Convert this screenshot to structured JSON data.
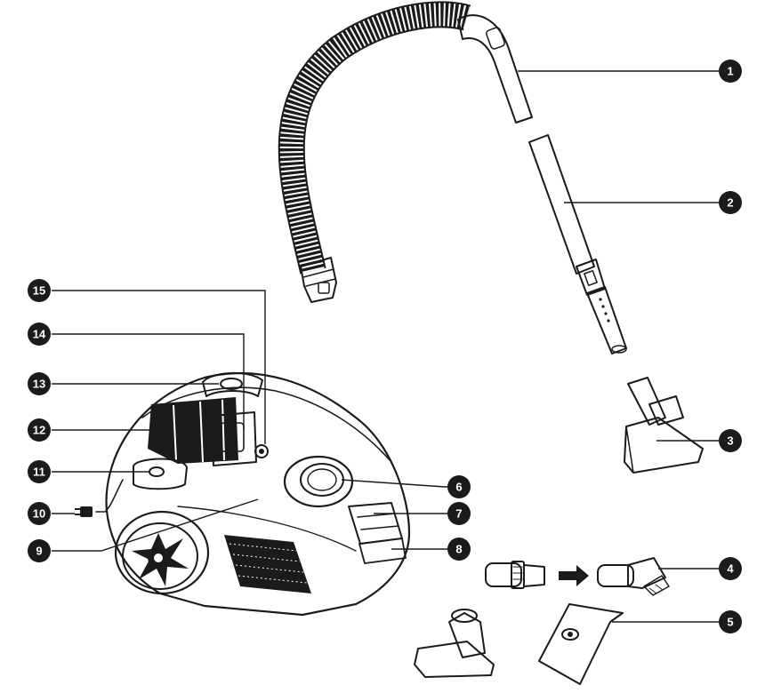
{
  "diagram": {
    "callouts": [
      {
        "number": "1"
      },
      {
        "number": "2"
      },
      {
        "number": "3"
      },
      {
        "number": "4"
      },
      {
        "number": "5"
      },
      {
        "number": "6"
      },
      {
        "number": "7"
      },
      {
        "number": "8"
      },
      {
        "number": "9"
      },
      {
        "number": "10"
      },
      {
        "number": "11"
      },
      {
        "number": "12"
      },
      {
        "number": "13"
      },
      {
        "number": "14"
      },
      {
        "number": "15"
      }
    ],
    "colors": {
      "ink": "#1b1b1b",
      "badge": "#1b1b1b",
      "badge_text": "#ffffff",
      "background": "#ffffff"
    }
  }
}
